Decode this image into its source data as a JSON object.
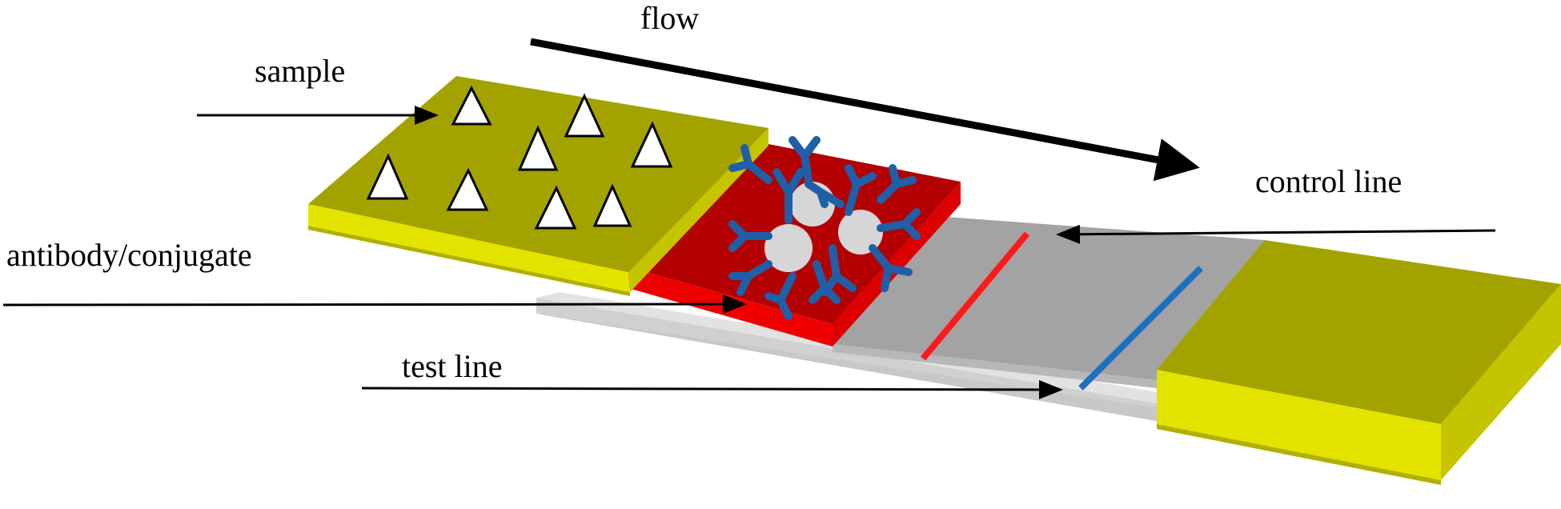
{
  "labels": {
    "flow": "flow",
    "sample": "sample",
    "control_line": "control line",
    "antibody_conjugate": "antibody/conjugate",
    "test_line": "test line"
  },
  "colors": {
    "sample_pad_top": "#a3a300",
    "sample_pad_side": "#e3e300",
    "conjugate_pad_top": "#c00000",
    "conjugate_pad_side": "#ee0000",
    "membrane": "#a3a3a3",
    "backing": "#d9d9d9",
    "control_line": "#ff1a1a",
    "test_line": "#1f6fc2",
    "antibody": "#1f5fa8",
    "antigen": "#d6d6d6",
    "arrow": "#000000"
  }
}
